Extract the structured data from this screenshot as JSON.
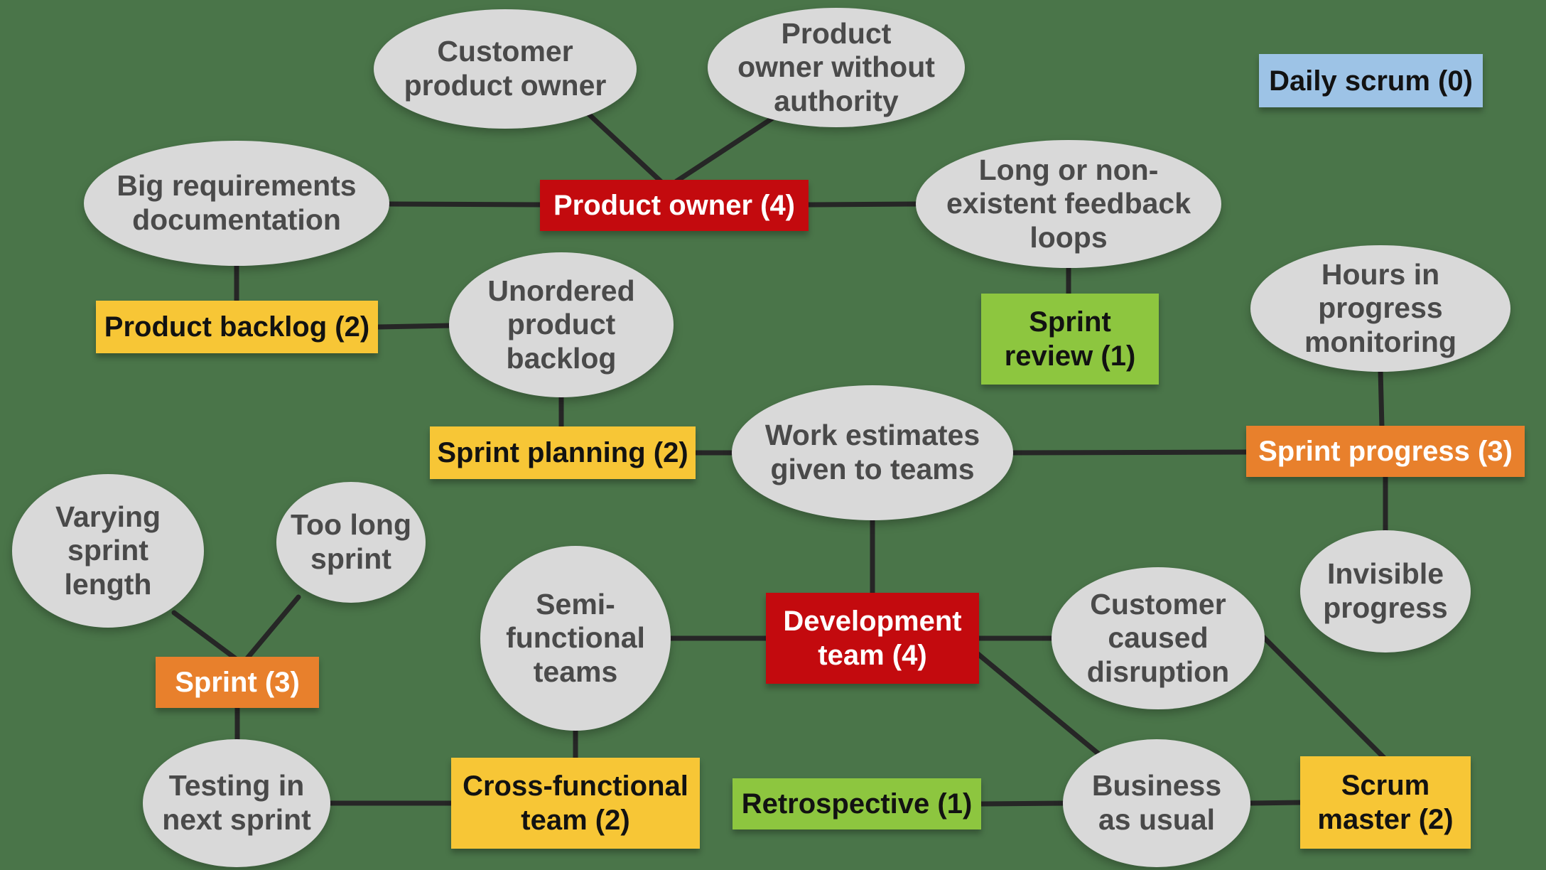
{
  "diagram": {
    "background_color": "#4A7549",
    "edge_color": "#262626",
    "palette": {
      "issue_ellipse_gray": "#D9D9D9",
      "issue_text_gray": "#4A4A4A",
      "severity_red": "#C30A0E",
      "severity_orange": "#E8802C",
      "severity_yellow": "#F7C636",
      "severity_green": "#8DC63F",
      "severity_blue": "#9DC3E6"
    },
    "nodes": [
      {
        "id": "customer-product-owner",
        "kind": "issue",
        "color": "gray",
        "label": "Customer\nproduct owner"
      },
      {
        "id": "product-owner-without-authority",
        "kind": "issue",
        "color": "gray",
        "label": "Product\nowner without\nauthority"
      },
      {
        "id": "daily-scrum",
        "kind": "practice",
        "color": "blue",
        "label": "Daily scrum (0)",
        "count": 0
      },
      {
        "id": "big-requirements-documentation",
        "kind": "issue",
        "color": "gray",
        "label": "Big requirements\ndocumentation"
      },
      {
        "id": "product-owner",
        "kind": "practice",
        "color": "red",
        "label": "Product owner (4)",
        "count": 4
      },
      {
        "id": "long-feedback-loops",
        "kind": "issue",
        "color": "gray",
        "label": "Long or non-\nexistent feedback\nloops"
      },
      {
        "id": "product-backlog",
        "kind": "practice",
        "color": "yellow",
        "label": "Product backlog (2)",
        "count": 2
      },
      {
        "id": "unordered-product-backlog",
        "kind": "issue",
        "color": "gray",
        "label": "Unordered\nproduct\nbacklog"
      },
      {
        "id": "sprint-review",
        "kind": "practice",
        "color": "green",
        "label": "Sprint\nreview (1)",
        "count": 1
      },
      {
        "id": "hours-in-progress-monitoring",
        "kind": "issue",
        "color": "gray",
        "label": "Hours in\nprogress\nmonitoring"
      },
      {
        "id": "sprint-planning",
        "kind": "practice",
        "color": "yellow",
        "label": "Sprint planning (2)",
        "count": 2
      },
      {
        "id": "work-estimates-given-to-teams",
        "kind": "issue",
        "color": "gray",
        "label": "Work estimates\ngiven to teams"
      },
      {
        "id": "sprint-progress",
        "kind": "practice",
        "color": "orange",
        "label": "Sprint progress (3)",
        "count": 3
      },
      {
        "id": "varying-sprint-length",
        "kind": "issue",
        "color": "gray",
        "label": "Varying\nsprint\nlength"
      },
      {
        "id": "too-long-sprint",
        "kind": "issue",
        "color": "gray",
        "label": "Too long\nsprint"
      },
      {
        "id": "sprint",
        "kind": "practice",
        "color": "orange",
        "label": "Sprint (3)",
        "count": 3
      },
      {
        "id": "semi-functional-teams",
        "kind": "issue",
        "color": "gray",
        "label": "Semi-\nfunctional\nteams"
      },
      {
        "id": "development-team",
        "kind": "practice",
        "color": "red",
        "label": "Development\nteam (4)",
        "count": 4
      },
      {
        "id": "customer-caused-disruption",
        "kind": "issue",
        "color": "gray",
        "label": "Customer\ncaused\ndisruption"
      },
      {
        "id": "invisible-progress",
        "kind": "issue",
        "color": "gray",
        "label": "Invisible\nprogress"
      },
      {
        "id": "testing-in-next-sprint",
        "kind": "issue",
        "color": "gray",
        "label": "Testing in\nnext sprint"
      },
      {
        "id": "cross-functional-team",
        "kind": "practice",
        "color": "yellow",
        "label": "Cross-functional\nteam (2)",
        "count": 2
      },
      {
        "id": "retrospective",
        "kind": "practice",
        "color": "green",
        "label": "Retrospective (1)",
        "count": 1
      },
      {
        "id": "business-as-usual",
        "kind": "issue",
        "color": "gray",
        "label": "Business\nas usual"
      },
      {
        "id": "scrum-master",
        "kind": "practice",
        "color": "yellow",
        "label": "Scrum\nmaster (2)",
        "count": 2
      }
    ],
    "edges": [
      {
        "from": "customer-product-owner",
        "to": "product-owner"
      },
      {
        "from": "product-owner-without-authority",
        "to": "product-owner"
      },
      {
        "from": "big-requirements-documentation",
        "to": "product-owner"
      },
      {
        "from": "product-owner",
        "to": "long-feedback-loops"
      },
      {
        "from": "big-requirements-documentation",
        "to": "product-backlog"
      },
      {
        "from": "product-backlog",
        "to": "unordered-product-backlog"
      },
      {
        "from": "unordered-product-backlog",
        "to": "sprint-planning"
      },
      {
        "from": "long-feedback-loops",
        "to": "sprint-review"
      },
      {
        "from": "sprint-planning",
        "to": "work-estimates-given-to-teams"
      },
      {
        "from": "work-estimates-given-to-teams",
        "to": "sprint-progress"
      },
      {
        "from": "hours-in-progress-monitoring",
        "to": "sprint-progress"
      },
      {
        "from": "sprint-progress",
        "to": "invisible-progress"
      },
      {
        "from": "work-estimates-given-to-teams",
        "to": "development-team"
      },
      {
        "from": "semi-functional-teams",
        "to": "development-team"
      },
      {
        "from": "development-team",
        "to": "customer-caused-disruption"
      },
      {
        "from": "varying-sprint-length",
        "to": "sprint"
      },
      {
        "from": "too-long-sprint",
        "to": "sprint"
      },
      {
        "from": "sprint",
        "to": "testing-in-next-sprint"
      },
      {
        "from": "testing-in-next-sprint",
        "to": "cross-functional-team"
      },
      {
        "from": "semi-functional-teams",
        "to": "cross-functional-team"
      },
      {
        "from": "development-team",
        "to": "business-as-usual"
      },
      {
        "from": "retrospective",
        "to": "business-as-usual"
      },
      {
        "from": "business-as-usual",
        "to": "scrum-master"
      },
      {
        "from": "customer-caused-disruption",
        "to": "scrum-master"
      }
    ]
  }
}
